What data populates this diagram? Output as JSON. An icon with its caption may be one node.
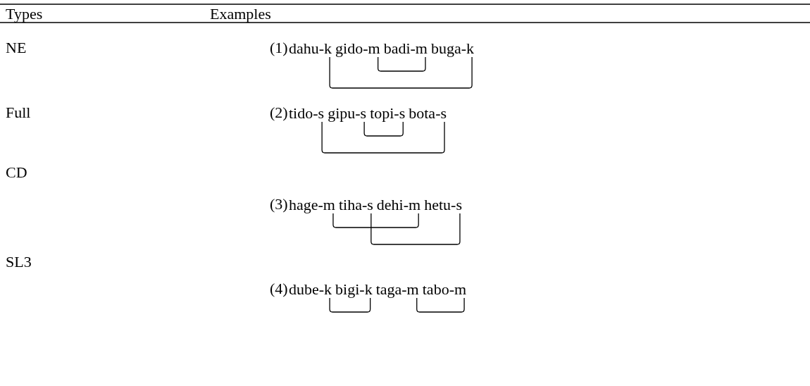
{
  "diagram": {
    "nodes": [
      {
        "text": [
          "dahu-k"
        ]
      },
      {
        "text": [
          "gido-m"
        ]
      },
      {
        "text": [
          "badi-m"
        ]
      },
      {
        "text": [
          "buga-k"
        ]
      },
      {
        "text": [
          "tido-s"
        ]
      },
      {
        "text": [
          "gipu-s"
        ]
      },
      {
        "text": [
          "topi-s"
        ]
      },
      {
        "text": [
          "bota-s"
        ]
      },
      {
        "text": [
          "hage-m"
        ]
      },
      {
        "text": [
          "tiha-s"
        ]
      },
      {
        "text": [
          "dehi-m"
        ]
      },
      {
        "text": [
          "hetu-s"
        ]
      },
      {
        "text": [
          "dube-k"
        ]
      },
      {
        "text": [
          "bigi-k"
        ]
      },
      {
        "text": [
          "taga-m"
        ]
      },
      {
        "text": [
          "tabo-m"
        ]
      }
    ],
    "edges": [
      {
        "from": 1,
        "to": 2,
        "arrow": "none"
      },
      {
        "from": 0,
        "to": 3,
        "arrow": "none"
      },
      {
        "from": 5,
        "to": 6,
        "arrow": "none"
      },
      {
        "from": 4,
        "to": 7,
        "arrow": "none"
      },
      {
        "from": 8,
        "to": 10,
        "arrow": "none"
      },
      {
        "from": 9,
        "to": 11,
        "arrow": "none"
      },
      {
        "from": 12,
        "to": 13,
        "arrow": "none"
      },
      {
        "from": 14,
        "to": 15,
        "arrow": "none"
      }
    ],
    "labels": [
      "Types",
      "Examples",
      "NE",
      "(1)",
      "Full",
      "(2)",
      "CD",
      "(3)",
      "SL3",
      "(4)"
    ]
  }
}
